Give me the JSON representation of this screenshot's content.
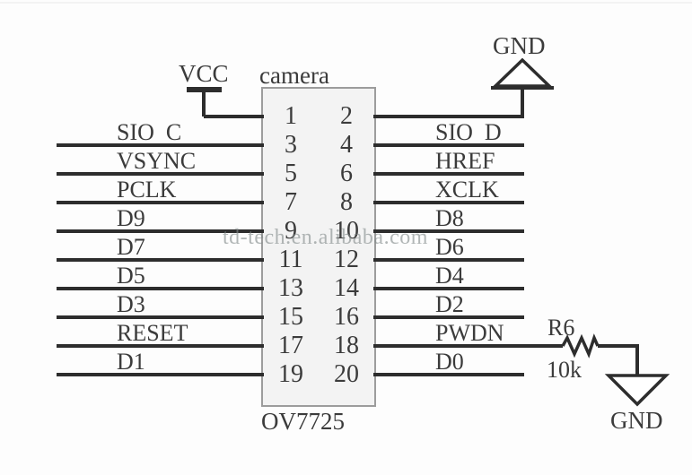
{
  "schematic": {
    "chip_label": "camera",
    "chip_part": "OV7725",
    "pins_left": [
      "1",
      "3",
      "5",
      "7",
      "9",
      "11",
      "13",
      "15",
      "17",
      "19"
    ],
    "pins_right": [
      "2",
      "4",
      "6",
      "8",
      "10",
      "12",
      "14",
      "16",
      "18",
      "20"
    ],
    "signals_left": [
      "SIO  C",
      "VSYNC",
      "PCLK",
      "D9",
      "D7",
      "D5",
      "D3",
      "RESET",
      "D1"
    ],
    "signals_right": [
      "SIO  D",
      "HREF",
      "XCLK",
      "D8",
      "D6",
      "D4",
      "D2",
      "PWDN",
      "D0"
    ],
    "vcc_label": "VCC",
    "gnd_top_label": "GND",
    "gnd_bottom_label": "GND",
    "resistor_ref": "R6",
    "resistor_value": "10k"
  },
  "symbols": {
    "vcc": "vcc-rail-symbol",
    "gnd_top": "ground-triangle-up",
    "gnd_bottom": "ground-triangle-down",
    "resistor": "resistor-zigzag"
  },
  "watermark": "td-tech.en.alibaba.com",
  "colors": {
    "wire": "#2d2d2d",
    "text": "#3b3b3b",
    "chip_fill": "#f3f3f3",
    "chip_border": "#9c9c9c",
    "watermark": "#828a8a"
  }
}
